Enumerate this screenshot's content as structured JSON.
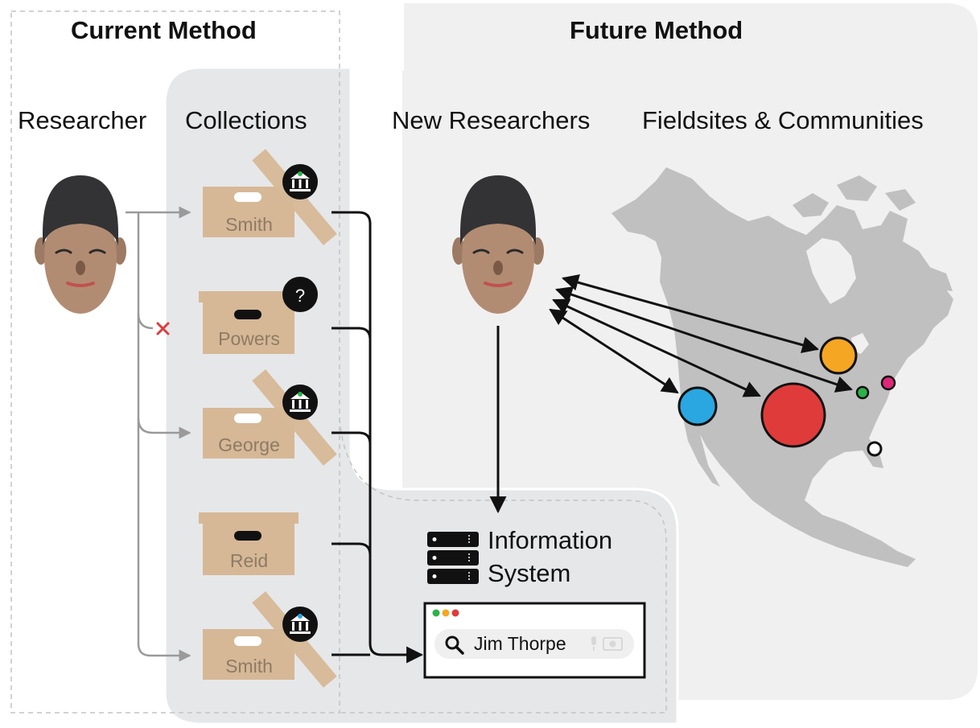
{
  "headings": {
    "current_method": "Current Method",
    "future_method": "Future Method"
  },
  "columns": {
    "researcher": "Researcher",
    "collections": "Collections",
    "new_researchers": "New Researchers",
    "fieldsites": "Fieldsites & Communities"
  },
  "collections": [
    {
      "label": "Smith",
      "badge": "bank-icon",
      "taped": true
    },
    {
      "label": "Powers",
      "badge": "?",
      "taped": false
    },
    {
      "label": "George",
      "badge": "bank-icon",
      "taped": true
    },
    {
      "label": "Reid",
      "badge": "",
      "taped": false
    },
    {
      "label": "Smith",
      "badge": "bank-icon",
      "taped": true
    }
  ],
  "information_system": {
    "line1": "Information",
    "line2": "System"
  },
  "search": {
    "query": "Jim Thorpe",
    "window_dots": [
      "#2db24a",
      "#f5a623",
      "#e03b3b"
    ]
  },
  "sites": [
    {
      "color": "#f5a623"
    },
    {
      "color": "#2aa7e0"
    },
    {
      "color": "#e03b3b"
    },
    {
      "color": "#2db24a"
    },
    {
      "color": "#e0267a"
    },
    {
      "color": "#ffffff"
    }
  ],
  "colors": {
    "panel": "#f0f0f0",
    "band": "#e6e7e9",
    "box": "#d6b896",
    "map": "#c0c0c0",
    "reject": "#e03b3b"
  }
}
